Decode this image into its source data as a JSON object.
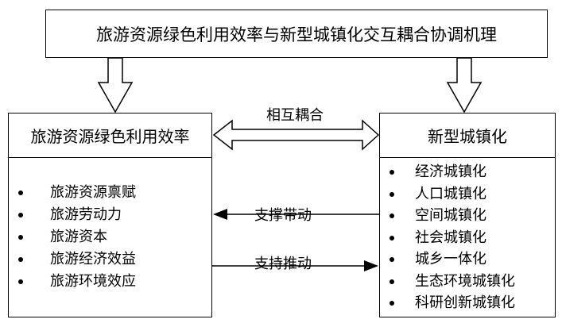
{
  "top": {
    "title": "旅游资源绿色利用效率与新型城镇化交互耦合协调机理"
  },
  "left": {
    "title": "旅游资源绿色利用效率",
    "items": [
      "旅游资源禀赋",
      "旅游劳动力",
      "旅游资本",
      "旅游经济效益",
      "旅游环境效应"
    ]
  },
  "right": {
    "title": "新型城镇化",
    "items": [
      "经济城镇化",
      "人口城镇化",
      "空间城镇化",
      "社会城镇化",
      "城乡一体化",
      "生态环境城镇化",
      "科研创新城镇化"
    ]
  },
  "links": {
    "mutual": "相互耦合",
    "support": "支撑带动",
    "promote": "支持推动"
  }
}
